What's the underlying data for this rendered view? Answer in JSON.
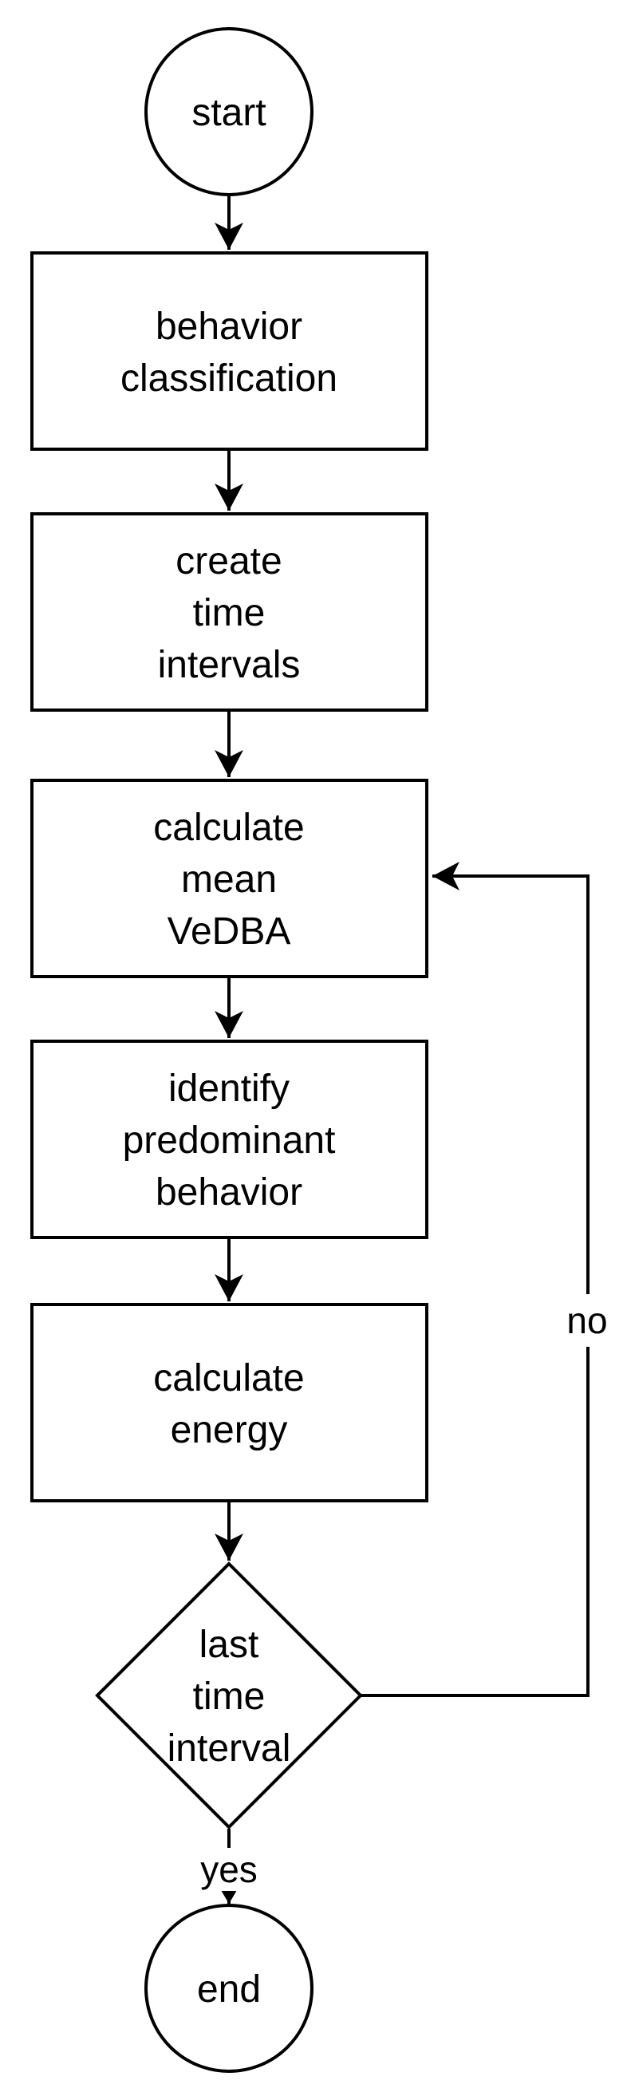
{
  "diagram": {
    "type": "flowchart",
    "background_color": "#ffffff",
    "stroke_color": "#000000",
    "node_fill_color": "#ffffff",
    "text_color": "#000000",
    "nodes": {
      "start": {
        "shape": "circle",
        "label": "start"
      },
      "behavior_classification": {
        "shape": "process",
        "line1": "behavior",
        "line2": "classification"
      },
      "create_time_intervals": {
        "shape": "process",
        "line1": "create",
        "line2": "time",
        "line3": "intervals"
      },
      "calculate_mean_vedba": {
        "shape": "process",
        "line1": "calculate",
        "line2": "mean",
        "line3": "VeDBA"
      },
      "identify_predominant_behavior": {
        "shape": "process",
        "line1": "identify",
        "line2": "predominant",
        "line3": "behavior"
      },
      "calculate_energy": {
        "shape": "process",
        "line1": "calculate",
        "line2": "energy"
      },
      "last_time_interval": {
        "shape": "decision",
        "line1": "last",
        "line2": "time",
        "line3": "interval"
      },
      "end": {
        "shape": "circle",
        "label": "end"
      }
    },
    "edge_labels": {
      "no": "no",
      "yes": "yes"
    },
    "edges": [
      {
        "from": "start",
        "to": "behavior_classification",
        "label": ""
      },
      {
        "from": "behavior_classification",
        "to": "create_time_intervals",
        "label": ""
      },
      {
        "from": "create_time_intervals",
        "to": "calculate_mean_vedba",
        "label": ""
      },
      {
        "from": "calculate_mean_vedba",
        "to": "identify_predominant_behavior",
        "label": ""
      },
      {
        "from": "identify_predominant_behavior",
        "to": "calculate_energy",
        "label": ""
      },
      {
        "from": "calculate_energy",
        "to": "last_time_interval",
        "label": ""
      },
      {
        "from": "last_time_interval",
        "to": "end",
        "label": "yes"
      },
      {
        "from": "last_time_interval",
        "to": "calculate_mean_vedba",
        "label": "no"
      }
    ]
  }
}
